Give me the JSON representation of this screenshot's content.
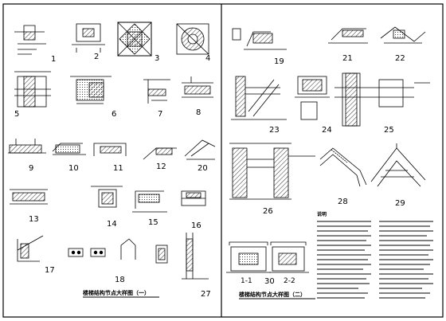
{
  "sheet_left": {
    "title": "楼梯结构节点大样图（一）",
    "details": [
      "1",
      "2",
      "3",
      "4",
      "5",
      "6",
      "7",
      "8",
      "9",
      "10",
      "11",
      "12",
      "20",
      "13",
      "14",
      "15",
      "16",
      "17",
      "18",
      "27"
    ]
  },
  "sheet_right": {
    "title": "楼梯结构节点大样图（二）",
    "details": [
      "19",
      "21",
      "22",
      "23",
      "24",
      "25",
      "26",
      "28",
      "29",
      "30"
    ],
    "sections": [
      "1-1",
      "2-2"
    ],
    "notes_heading": "说明"
  }
}
